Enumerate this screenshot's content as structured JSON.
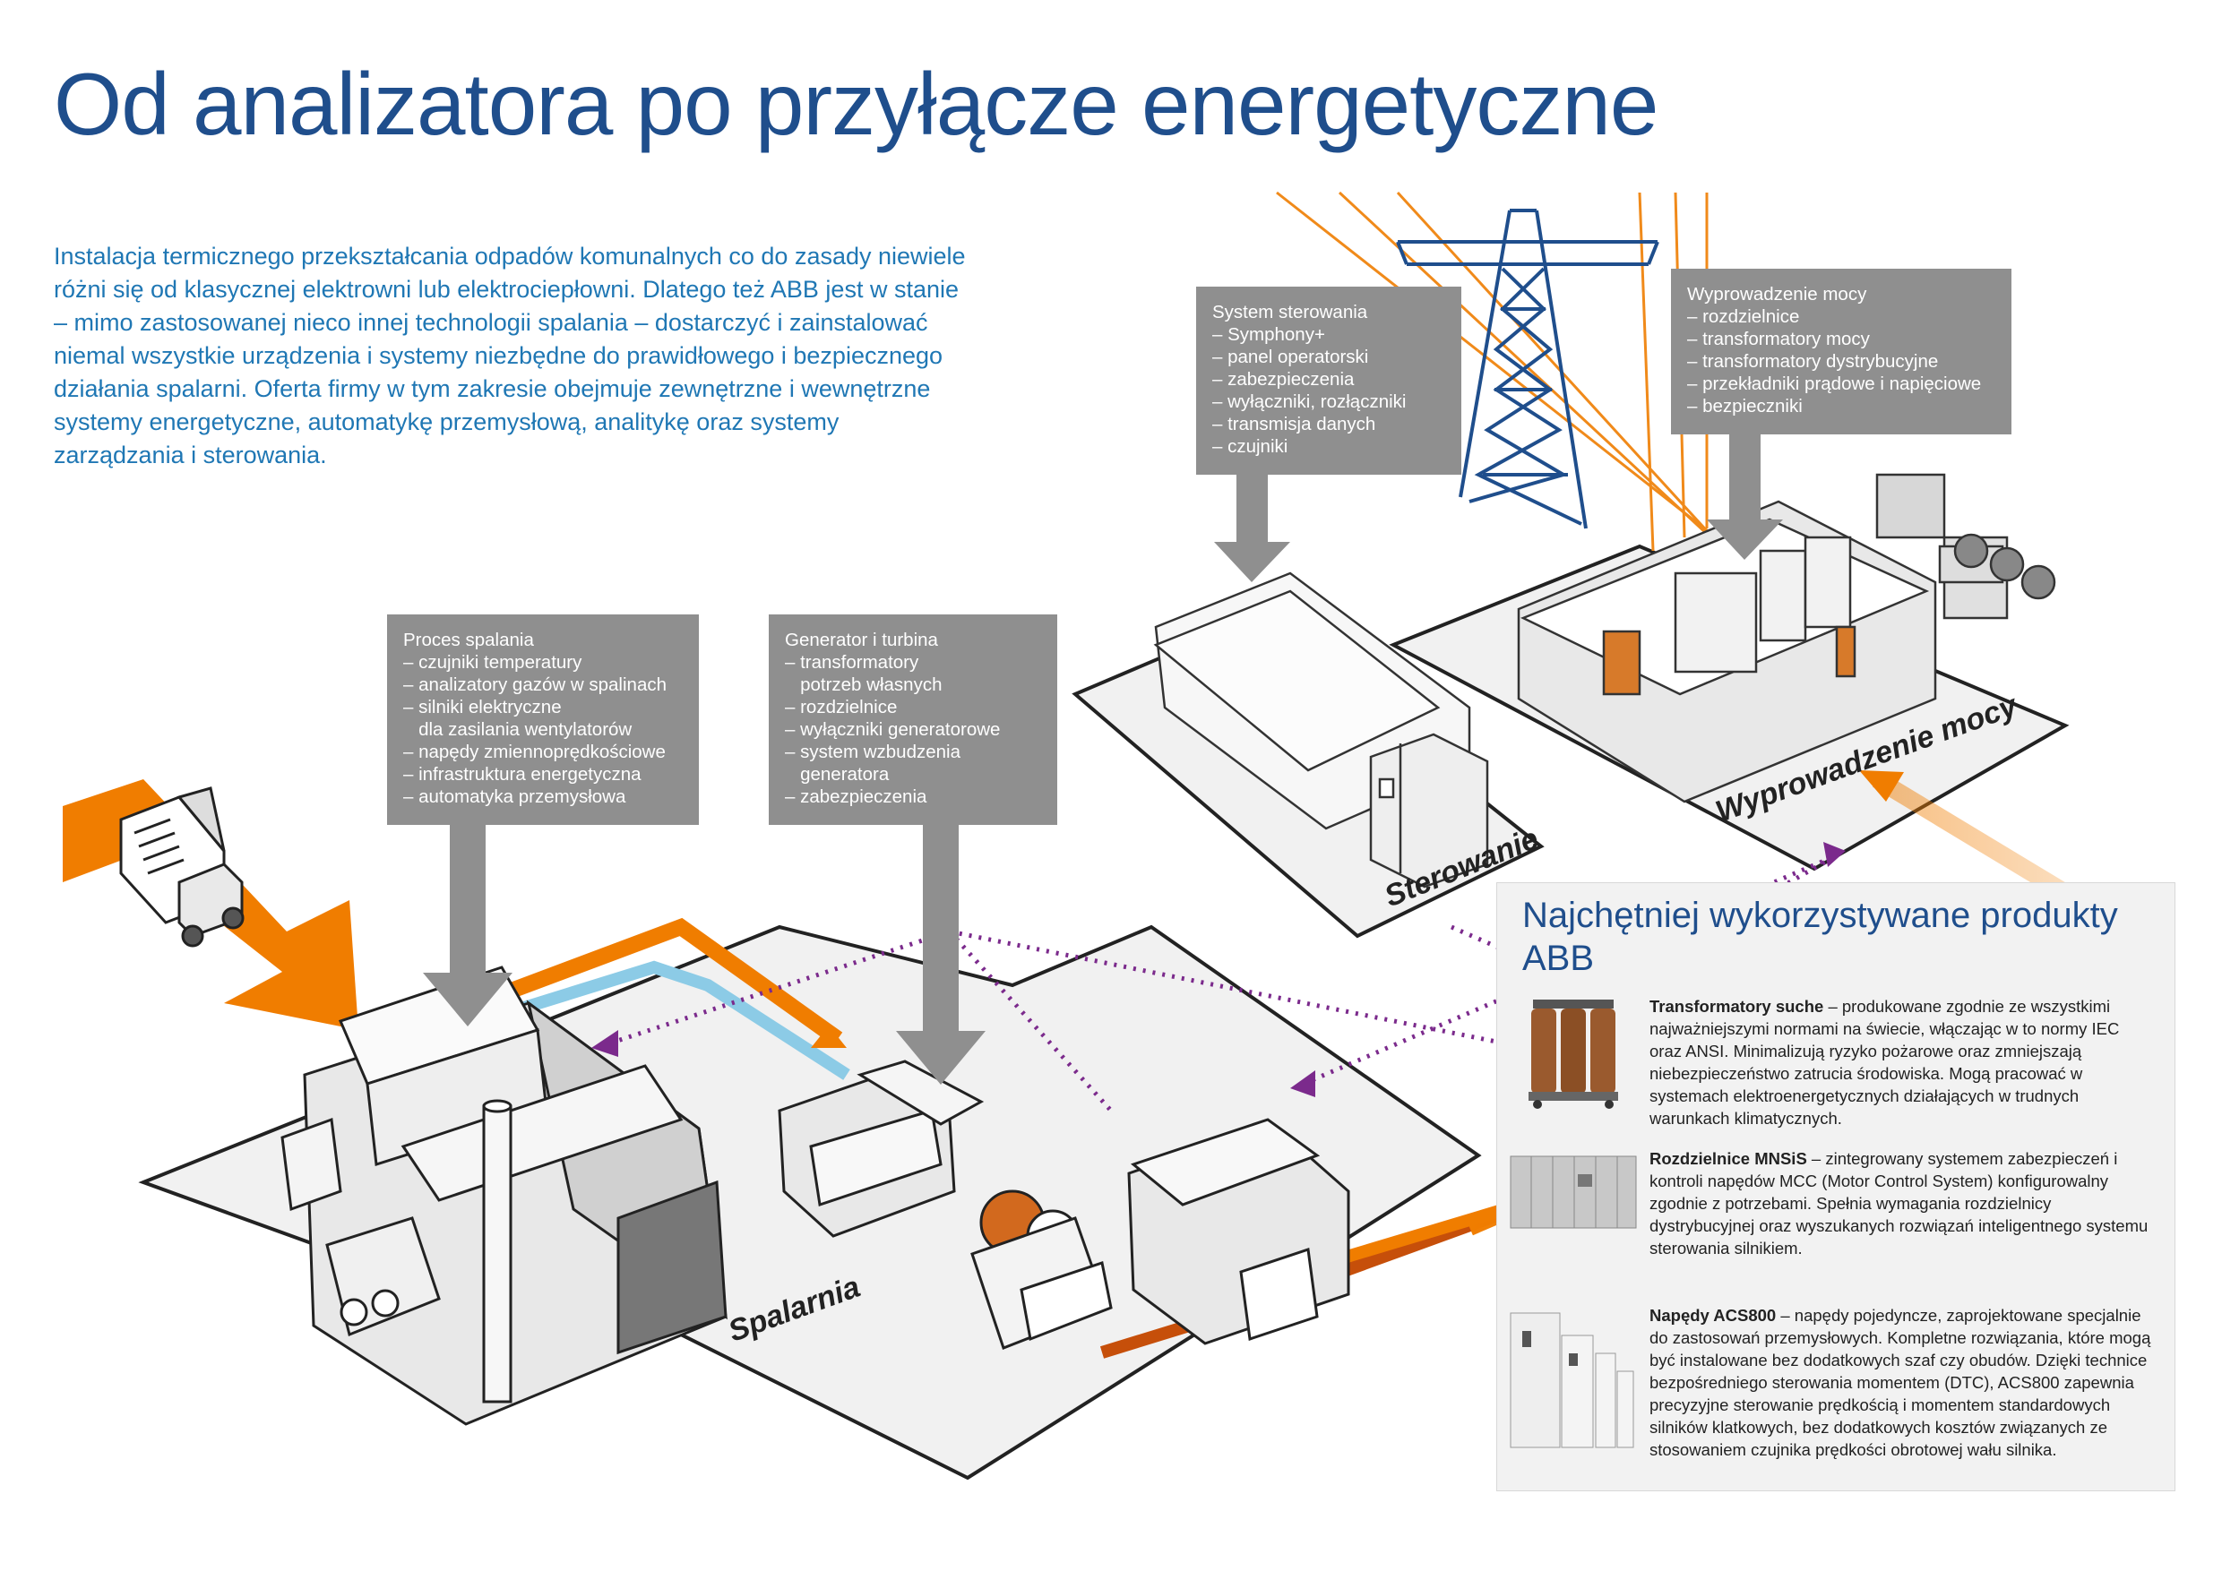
{
  "title": "Od analizatora po przyłącze energetyczne",
  "intro": "Instalacja termicznego przekształcania odpadów komunalnych co do zasady niewiele różni się od klasycznej elektrowni lub elektrociepłowni. Dlatego też ABB jest w stanie – mimo zastosowanej nieco innej technologii spalania – dostarczyć i zainstalować niemal wszystkie urządzenia i systemy niezbędne do prawidłowego i bezpiecznego działania spalarni. Oferta firmy w tym zakresie obejmuje zewnętrzne i wewnętrzne systemy energetyczne, automatykę przemysłową, analitykę oraz systemy zarządzania i sterowania.",
  "callouts": {
    "proces": {
      "title": "Proces spalania",
      "items": [
        "– czujniki temperatury",
        "– analizatory gazów w spalinach",
        "– silniki elektryczne",
        "   dla zasilania wentylatorów",
        "– napędy zmiennoprędkościowe",
        "– infrastruktura energetyczna",
        "– automatyka przemysłowa"
      ]
    },
    "generator": {
      "title": "Generator i turbina",
      "items": [
        "– transformatory",
        "   potrzeb własnych",
        "– rozdzielnice",
        "– wyłączniki generatorowe",
        "– system wzbudzenia",
        "   generatora",
        "– zabezpieczenia"
      ]
    },
    "system": {
      "title": "System sterowania",
      "items": [
        "– Symphony+",
        "– panel operatorski",
        "– zabezpieczenia",
        "– wyłączniki, rozłączniki",
        "– transmisja danych",
        "– czujniki"
      ]
    },
    "wyprowadzenie": {
      "title": "Wyprowadzenie mocy",
      "items": [
        "– rozdzielnice",
        "– transformatory mocy",
        "– transformatory dystrybucyjne",
        "– przekładniki prądowe i napięciowe",
        "– bezpieczniki"
      ]
    }
  },
  "zones": {
    "spalarnia": "Spalarnia",
    "sterowanie": "Sterowanie",
    "wyprowadzenie": "Wyprowadzenie mocy"
  },
  "products": {
    "title": "Najchętniej wykorzystywane produkty ABB",
    "items": [
      {
        "name": "Transformatory suche",
        "text": " – produkowane zgodnie ze wszystkimi najważniejszymi normami na świecie, włączając w to normy IEC oraz ANSI. Minimalizują ryzyko pożarowe oraz zmniejszają niebezpieczeństwo zatrucia środowiska. Mogą pracować w systemach elektroenergetycznych działających w trudnych warunkach klimatycznych."
      },
      {
        "name": "Rozdzielnice MNSiS",
        "text": " – zintegrowany systemem zabezpieczeń i kontroli napędów MCC (Motor Control System) konfigurowalny zgodnie z potrzebami. Spełnia wymagania rozdzielnicy dystrybucyjnej oraz wyszukanych rozwiązań inteligentnego systemu sterowania silnikiem."
      },
      {
        "name": "Napędy ACS800",
        "text": " – napędy pojedyncze, zaprojektowane specjalnie do zastosowań przemysłowych. Kompletne rozwiązania, które mogą być instalowane bez dodatkowych szaf czy obudów. Dzięki technice bezpośredniego sterowania momentem (DTC), ACS800 zapewnia precyzyjne sterowanie prędkością i momentem standardowych silników klatkowych, bez dodatkowych kosztów związanych ze stosowaniem czujnika prędkości obrotowej wału silnika."
      }
    ]
  },
  "colors": {
    "title": "#1f4e8c",
    "intro": "#1f77b4",
    "callout_bg": "#8f8f8f",
    "orange": "#f07d00",
    "dark_orange": "#c64f0a",
    "purple": "#7b2a8c",
    "light_blue": "#8ccbe6",
    "pylon": "#1f4e8c"
  }
}
